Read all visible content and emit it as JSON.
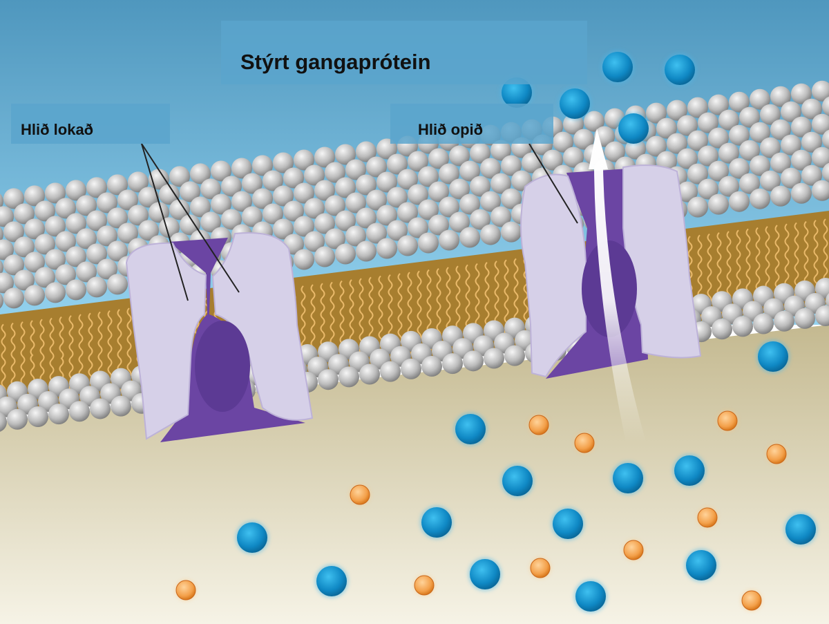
{
  "title": "Stýrt gangaprótein",
  "labels": {
    "gate_closed": "Hlið lokað",
    "gate_open": "Hlið opið"
  },
  "colors": {
    "sky_top": "#4f97be",
    "sky_bottom": "#94d2ee",
    "cytoplasm_top": "#c4b990",
    "cytoplasm_bottom": "#f6f3e6",
    "lipid_head": "#c2c2c2",
    "lipid_tail_fill": "#a77e2f",
    "protein_subunit": "#d6d0e8",
    "protein_channel": "#6b45a3",
    "ion_blue": "#1596d1",
    "ion_orange": "#f09a3b",
    "label_box": "#5aa5cd"
  },
  "particle_types": [
    "blue-ion",
    "orange-ion"
  ],
  "icons": [
    "up-arrow-icon"
  ]
}
